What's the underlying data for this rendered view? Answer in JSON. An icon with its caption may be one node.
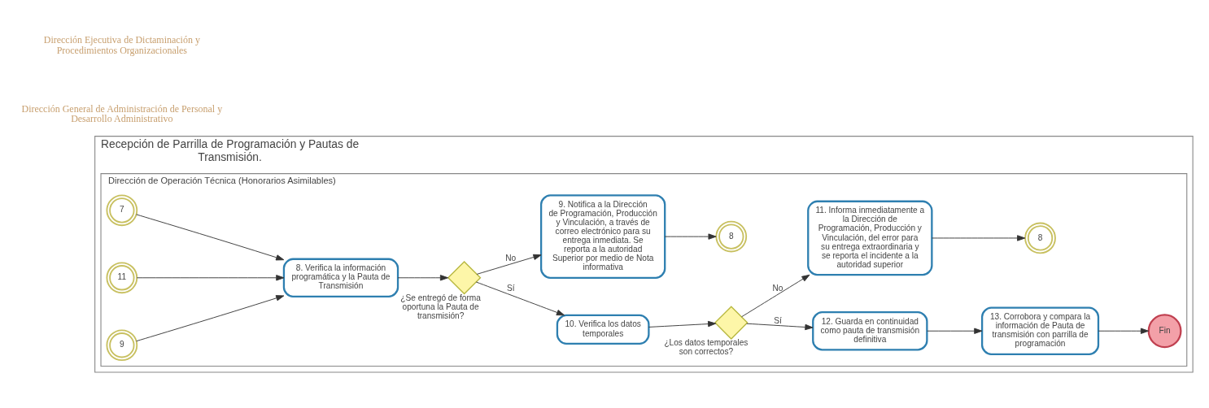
{
  "diagram": {
    "nodes": [
      {
        "text": [
          "Recepción de Parrilla de Programación y Pautas de Transmisión."
        ]
      },
      {
        "text": [
          "Dirección de Operación Técnica (Honorarios Asimilables)"
        ],
        "in": 0
      },
      {
        "text": [
          "7"
        ],
        "in": 1
      },
      {
        "text": [
          "11"
        ],
        "in": 1
      },
      {
        "text": [
          "9"
        ],
        "in": 1
      },
      {
        "text": [
          "8. Verifica la información programática y la Pauta de Transmisión"
        ],
        "in": 1
      },
      {
        "text": [
          "¿Se entregó de forma oportuna la Pauta de transmisión?"
        ],
        "in": 1
      },
      {
        "text": [
          "10. Verifica los datos temporales"
        ],
        "in": 1
      },
      {
        "text": [
          "9. Notifica a la Dirección de Programación, Producción y Vinculación, a través de correo electrónico para su entrega inmediata. Se reporta a la autoridad Superior por medio de Nota informativa"
        ],
        "in": 1
      },
      {
        "text": [
          "8"
        ],
        "in": 1
      },
      {
        "text": [
          "¿Los datos temporales son correctos?"
        ],
        "in": 1
      },
      {
        "text": [
          "12. Guarda en continuidad como pauta de transmisión definitiva"
        ],
        "in": 1
      },
      {
        "text": [
          "11. Informa inmediatamente a la Dirección de Programación, Producción y Vinculación, del error para su entrega extraordinaria y se reporta el incidente a la autoridad superior"
        ],
        "in": 1
      },
      {
        "text": [
          "8"
        ],
        "in": 1
      },
      {
        "text": [
          "13. Corrobora y compara la información de Pauta de transmisión con parrilla de programación"
        ],
        "in": 1
      },
      {
        "text": [
          "Fin"
        ],
        "in": 1
      }
    ],
    "edges": [
      {
        "from": 2,
        "to": 5,
        "arrow": "to"
      },
      {
        "from": 3,
        "to": 5,
        "arrow": "to"
      },
      {
        "from": 4,
        "to": 5,
        "arrow": "to"
      },
      {
        "from": 5,
        "to": 6,
        "arrow": "to"
      },
      {
        "from": 6,
        "to": 7,
        "arrow": "to",
        "label": "Sí"
      },
      {
        "from": 6,
        "to": 8,
        "arrow": "to",
        "label": "No"
      },
      {
        "from": 8,
        "to": 9,
        "arrow": "to"
      },
      {
        "from": 7,
        "to": 10,
        "arrow": "to"
      },
      {
        "from": 10,
        "to": 11,
        "arrow": "to",
        "label": "Sí"
      },
      {
        "from": 10,
        "to": 12,
        "arrow": "to",
        "label": "No"
      },
      {
        "from": 12,
        "to": 13,
        "arrow": "to"
      },
      {
        "from": 11,
        "to": 14,
        "arrow": "to"
      },
      {
        "from": 14,
        "to": 15,
        "arrow": "to"
      }
    ],
    "labels": [
      "Dirección General de Administración de Personal y Desarrollo Administrativo",
      "Dirección Ejecutiva de Dictaminación y Procedimientos Organizacionales"
    ]
  }
}
